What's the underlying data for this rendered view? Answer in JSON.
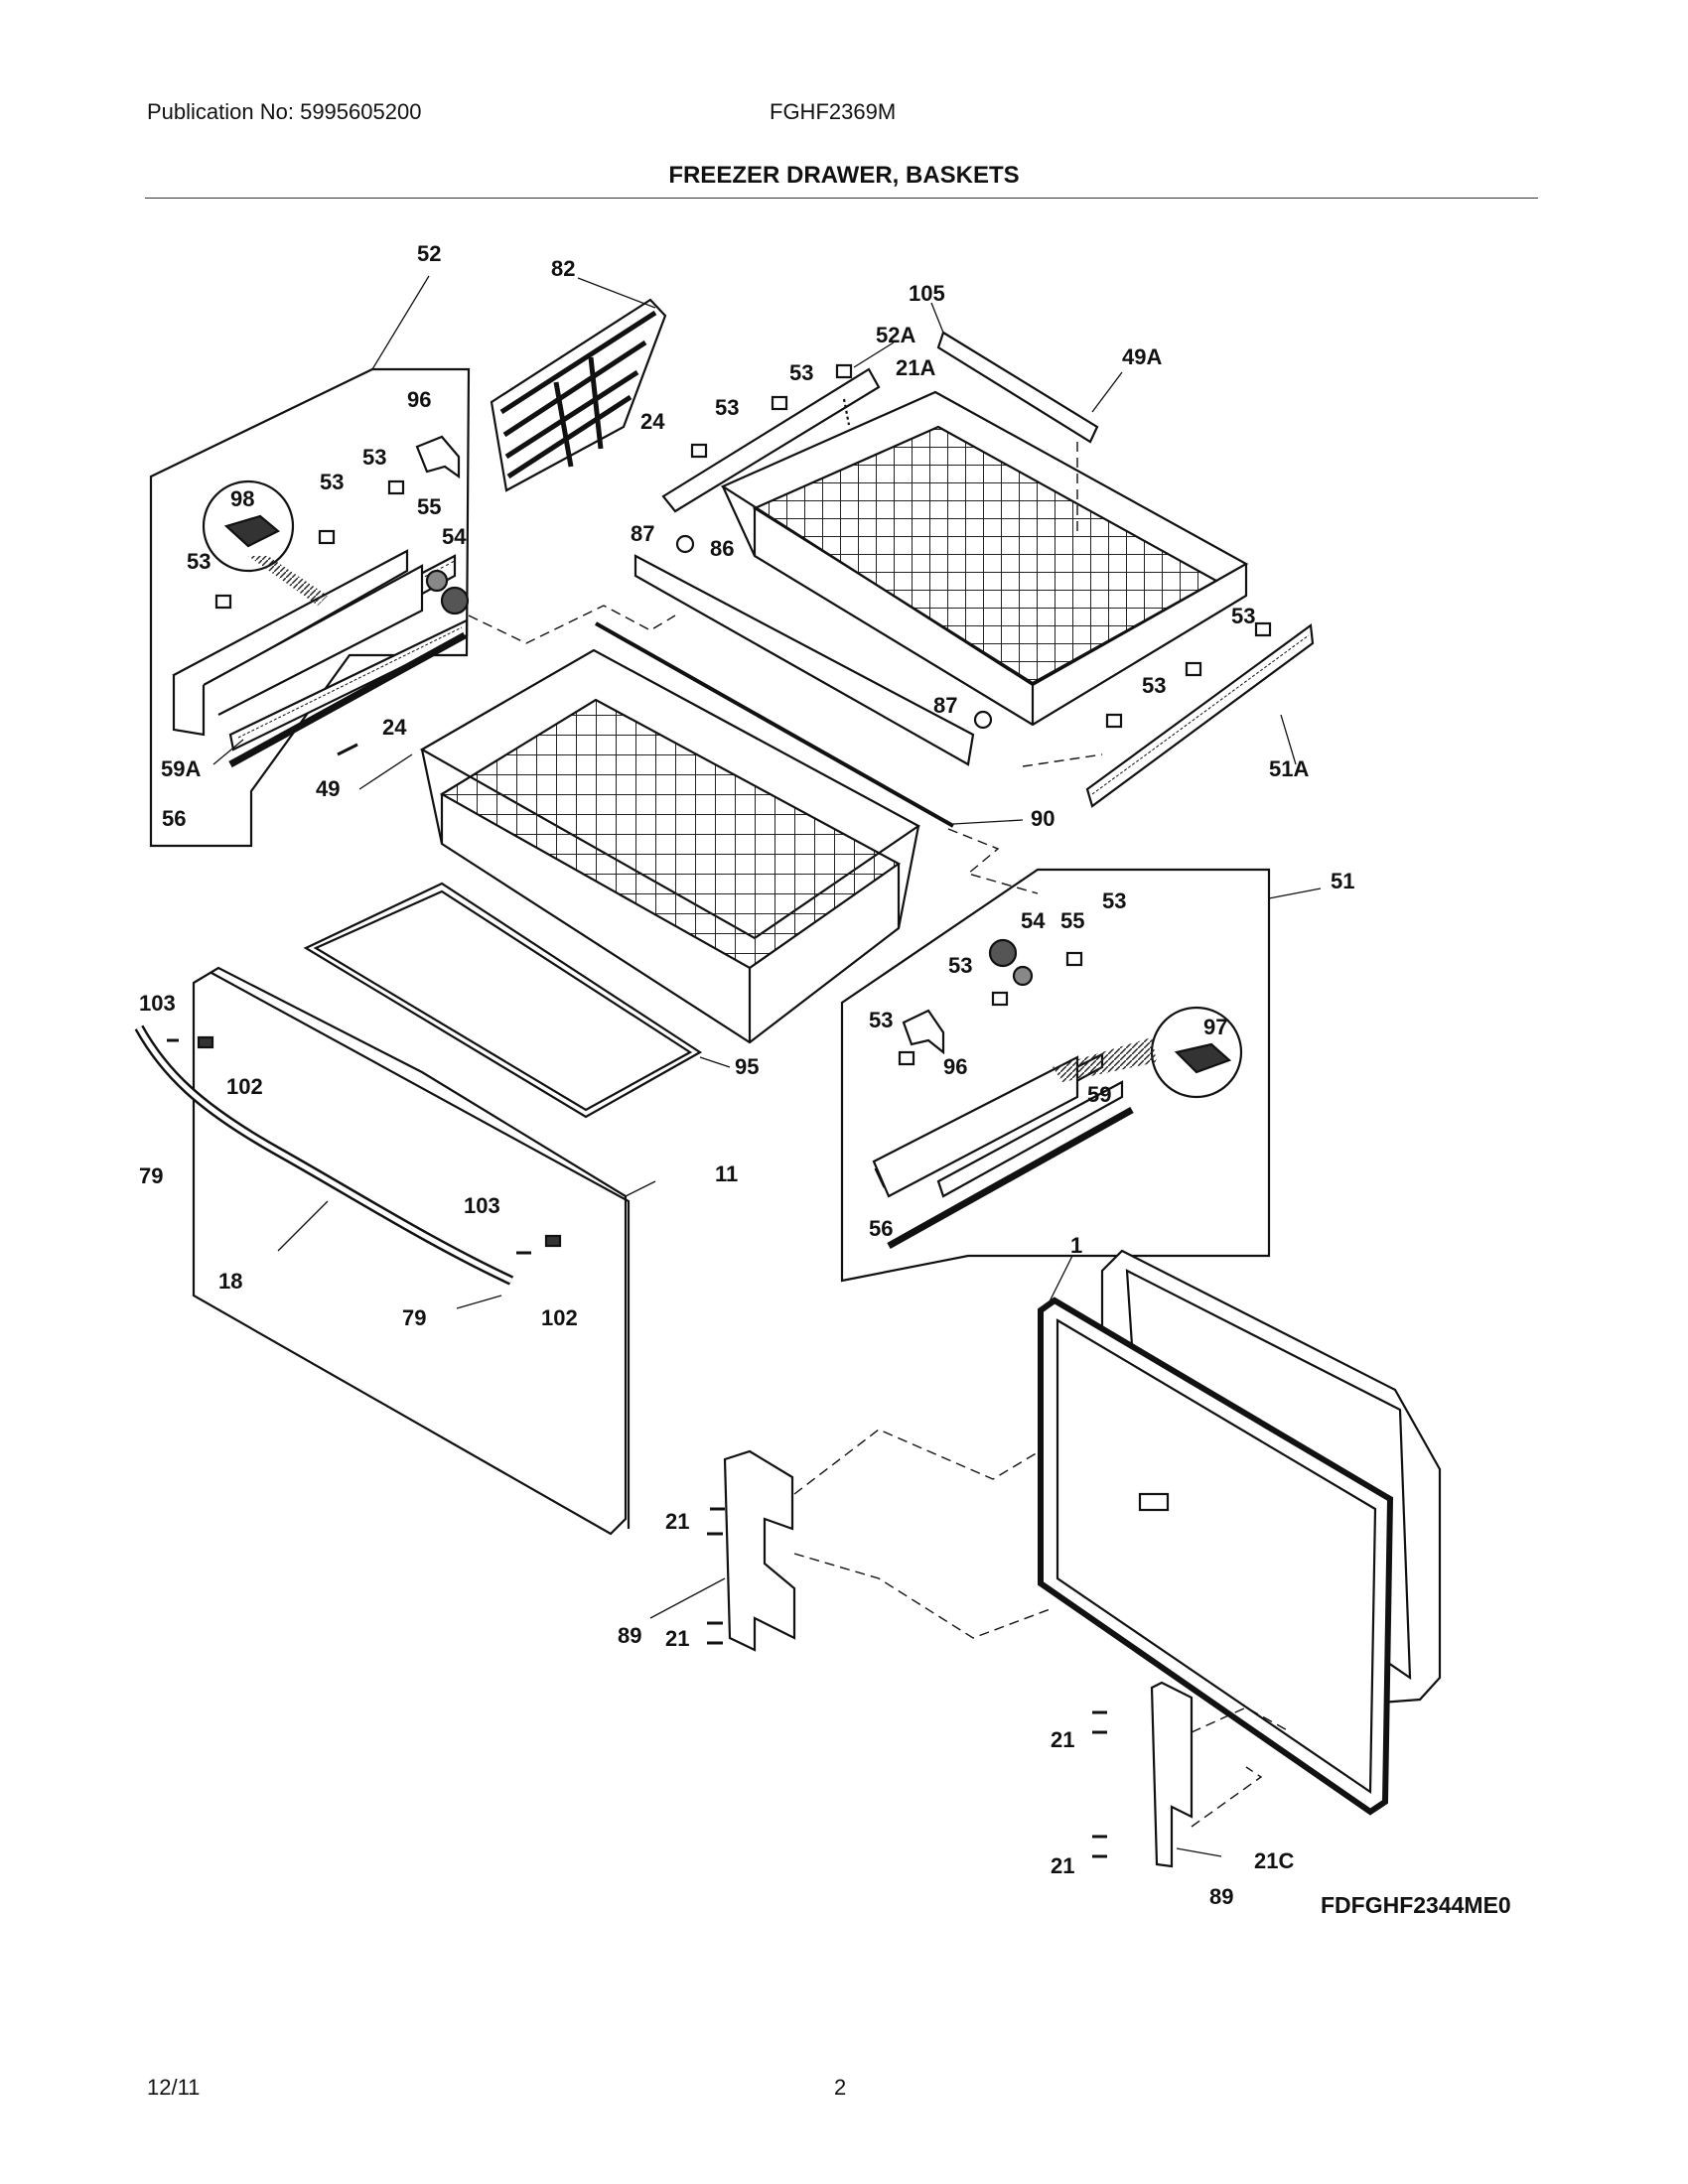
{
  "header": {
    "publication": "Publication No: 5995605200",
    "model": "FGHF2369M",
    "title": "FREEZER DRAWER, BASKETS"
  },
  "diagram": {
    "code": "FDFGHF2344ME0",
    "callouts": [
      {
        "id": "c52a",
        "text": "52"
      },
      {
        "id": "c82",
        "text": "82"
      },
      {
        "id": "c105",
        "text": "105"
      },
      {
        "id": "c52A",
        "text": "52A"
      },
      {
        "id": "c53a",
        "text": "53"
      },
      {
        "id": "c21A",
        "text": "21A"
      },
      {
        "id": "c53b",
        "text": "53"
      },
      {
        "id": "c24a",
        "text": "24"
      },
      {
        "id": "c96a",
        "text": "96"
      },
      {
        "id": "c53c",
        "text": "53"
      },
      {
        "id": "c53d",
        "text": "53"
      },
      {
        "id": "c98",
        "text": "98"
      },
      {
        "id": "c55a",
        "text": "55"
      },
      {
        "id": "c49A",
        "text": "49A"
      },
      {
        "id": "c87a",
        "text": "87"
      },
      {
        "id": "c86",
        "text": "86"
      },
      {
        "id": "c54a",
        "text": "54"
      },
      {
        "id": "c53e",
        "text": "53"
      },
      {
        "id": "c53f",
        "text": "53"
      },
      {
        "id": "c53g",
        "text": "53"
      },
      {
        "id": "c87b",
        "text": "87"
      },
      {
        "id": "c24b",
        "text": "24"
      },
      {
        "id": "c59A",
        "text": "59A"
      },
      {
        "id": "c49",
        "text": "49"
      },
      {
        "id": "c51A",
        "text": "51A"
      },
      {
        "id": "c56a",
        "text": "56"
      },
      {
        "id": "c90",
        "text": "90"
      },
      {
        "id": "c51",
        "text": "51"
      },
      {
        "id": "c53h",
        "text": "53"
      },
      {
        "id": "c54b",
        "text": "54"
      },
      {
        "id": "c55b",
        "text": "55"
      },
      {
        "id": "c53i",
        "text": "53"
      },
      {
        "id": "c103a",
        "text": "103"
      },
      {
        "id": "c97",
        "text": "97"
      },
      {
        "id": "c53j",
        "text": "53"
      },
      {
        "id": "c96b",
        "text": "96"
      },
      {
        "id": "c102a",
        "text": "102"
      },
      {
        "id": "c95",
        "text": "95"
      },
      {
        "id": "c59",
        "text": "59"
      },
      {
        "id": "c79a",
        "text": "79"
      },
      {
        "id": "c11",
        "text": "11"
      },
      {
        "id": "c103b",
        "text": "103"
      },
      {
        "id": "c56b",
        "text": "56"
      },
      {
        "id": "c18",
        "text": "18"
      },
      {
        "id": "c1",
        "text": "1"
      },
      {
        "id": "c79b",
        "text": "79"
      },
      {
        "id": "c102b",
        "text": "102"
      },
      {
        "id": "c21a",
        "text": "21"
      },
      {
        "id": "c89a",
        "text": "89"
      },
      {
        "id": "c21b",
        "text": "21"
      },
      {
        "id": "c21c",
        "text": "21"
      },
      {
        "id": "c21d",
        "text": "21"
      },
      {
        "id": "c21C",
        "text": "21C"
      },
      {
        "id": "c89b",
        "text": "89"
      }
    ]
  },
  "footer": {
    "date": "12/11",
    "page": "2"
  }
}
